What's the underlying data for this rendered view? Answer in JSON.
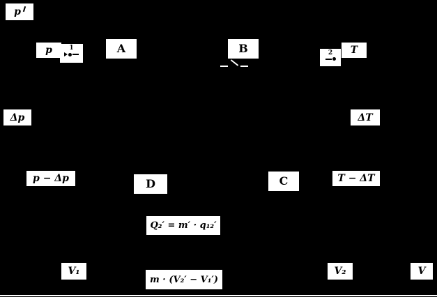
{
  "colors": {
    "background": "#000000",
    "label_box": "#ffffff",
    "text": "#000000",
    "curve": "#ffffff"
  },
  "labels": {
    "p_axis": "p",
    "p_value": "p",
    "point_1": "1",
    "node_a": "A",
    "node_b": "B",
    "point_2": "2",
    "t_value": "T",
    "delta_p": "Δp",
    "delta_t": "ΔT",
    "p_minus_dp": "p − Δp",
    "node_d": "D",
    "node_c": "C",
    "t_minus_dt": "T − ΔT",
    "heat_equation": "Q₂′ = m′ · q₁₂′",
    "v1": "V₁",
    "work_equation": "m · (V₂′ − V₁′)",
    "v2": "V₂",
    "v_axis": "V"
  }
}
